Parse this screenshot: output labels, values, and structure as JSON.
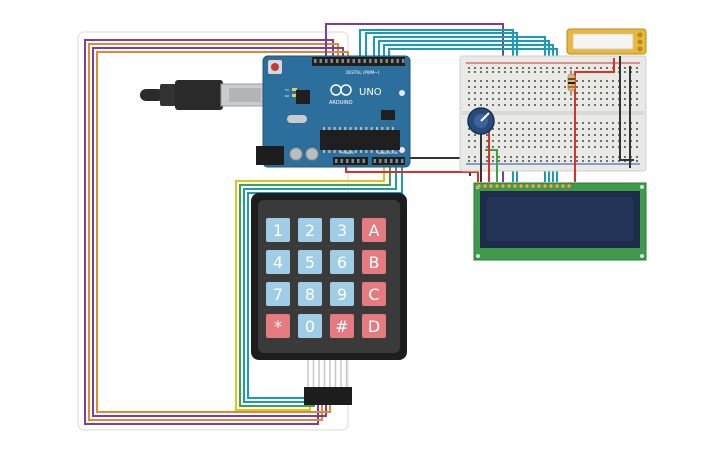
{
  "arduino": {
    "brand": "ARDUINO",
    "model": "UNO",
    "digital_header": "DIGITAL (PWM~)",
    "power_header": "POWER",
    "analog_header": "ANALOG IN",
    "led_labels": [
      "TX",
      "RX"
    ]
  },
  "keypad": {
    "keys": [
      {
        "label": "1",
        "kind": "digit"
      },
      {
        "label": "2",
        "kind": "digit"
      },
      {
        "label": "3",
        "kind": "digit"
      },
      {
        "label": "A",
        "kind": "letter"
      },
      {
        "label": "4",
        "kind": "digit"
      },
      {
        "label": "5",
        "kind": "digit"
      },
      {
        "label": "6",
        "kind": "digit"
      },
      {
        "label": "B",
        "kind": "letter"
      },
      {
        "label": "7",
        "kind": "digit"
      },
      {
        "label": "8",
        "kind": "digit"
      },
      {
        "label": "9",
        "kind": "digit"
      },
      {
        "label": "C",
        "kind": "letter"
      },
      {
        "label": "*",
        "kind": "letter"
      },
      {
        "label": "0",
        "kind": "digit"
      },
      {
        "label": "#",
        "kind": "letter"
      },
      {
        "label": "D",
        "kind": "letter"
      }
    ]
  },
  "colors": {
    "board": "#2d6f9c",
    "key_digit": "#9fcde6",
    "key_letter": "#e37b80",
    "lcd_pcb": "#3f9a4c",
    "lcd_screen": "#243358",
    "breadboard": "#e9e9e6",
    "wire_purple": "#7e3c9b",
    "wire_orange": "#e08a28",
    "wire_yellow": "#d9c61e",
    "wire_teal": "#1a9bb8",
    "wire_green": "#3fa447",
    "wire_red": "#d8302b"
  },
  "icons": [
    "usb-cable-icon",
    "potentiometer-icon",
    "resistor-icon",
    "buzzer-icon"
  ]
}
